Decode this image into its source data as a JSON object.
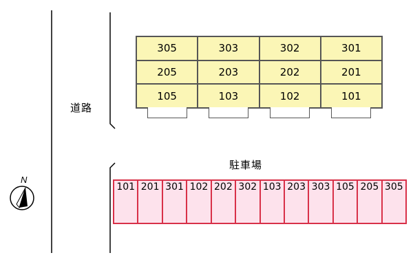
{
  "road_label": "道路",
  "parking_label": "駐車場",
  "compass_label": "N",
  "building": {
    "rows": [
      [
        "305",
        "303",
        "302",
        "301"
      ],
      [
        "205",
        "203",
        "202",
        "201"
      ],
      [
        "105",
        "103",
        "102",
        "101"
      ]
    ]
  },
  "parking_spaces": [
    "101",
    "201",
    "301",
    "102",
    "202",
    "302",
    "103",
    "203",
    "303",
    "105",
    "205",
    "305"
  ],
  "colors": {
    "building_fill": "#fbf6b6",
    "parking_fill": "#fde2ec",
    "parking_stroke": "#d83048",
    "line": "#000000"
  }
}
